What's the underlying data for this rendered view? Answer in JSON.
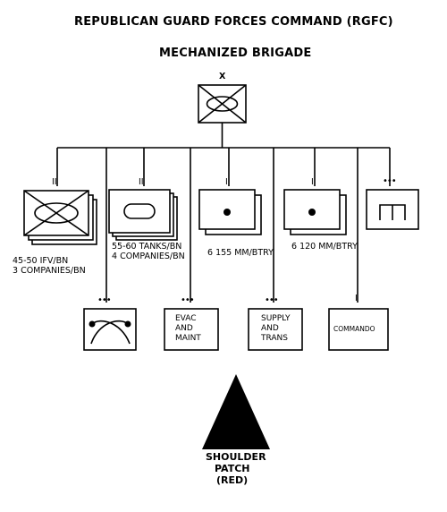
{
  "title": "REPUBLICAN GUARD FORCES COMMAND (RGFC)",
  "subtitle": "MECHANIZED BRIGADE",
  "hq": {
    "echelon": "X"
  },
  "units": [
    {
      "echelon": "II",
      "symbol": "mechanized-infantry",
      "lines": [
        "45-50 IFV/BN",
        "3 COMPANIES/BN"
      ]
    },
    {
      "echelon": "II",
      "symbol": "armor",
      "lines": [
        "55-60 TANKS/BN",
        "4 COMPANIES/BN"
      ]
    },
    {
      "echelon": "I",
      "symbol": "artillery",
      "lines": [
        "6 155 MM/BTRY"
      ]
    },
    {
      "echelon": "I",
      "symbol": "artillery",
      "lines": [
        "6 120 MM/BTRY"
      ]
    },
    {
      "echelon": "•••",
      "symbol": "engineer"
    }
  ],
  "support": [
    {
      "echelon": "•••",
      "symbol": "signal"
    },
    {
      "echelon": "•••",
      "lines": [
        "EVAC",
        "AND",
        "MAINT"
      ]
    },
    {
      "echelon": "•••",
      "lines": [
        "SUPPLY",
        "AND",
        "TRANS"
      ]
    },
    {
      "echelon": "I",
      "lines": [
        "COMMANDO"
      ]
    }
  ],
  "patch": {
    "lines": [
      "SHOULDER",
      "PATCH",
      "(RED)"
    ],
    "color": "#000000"
  }
}
